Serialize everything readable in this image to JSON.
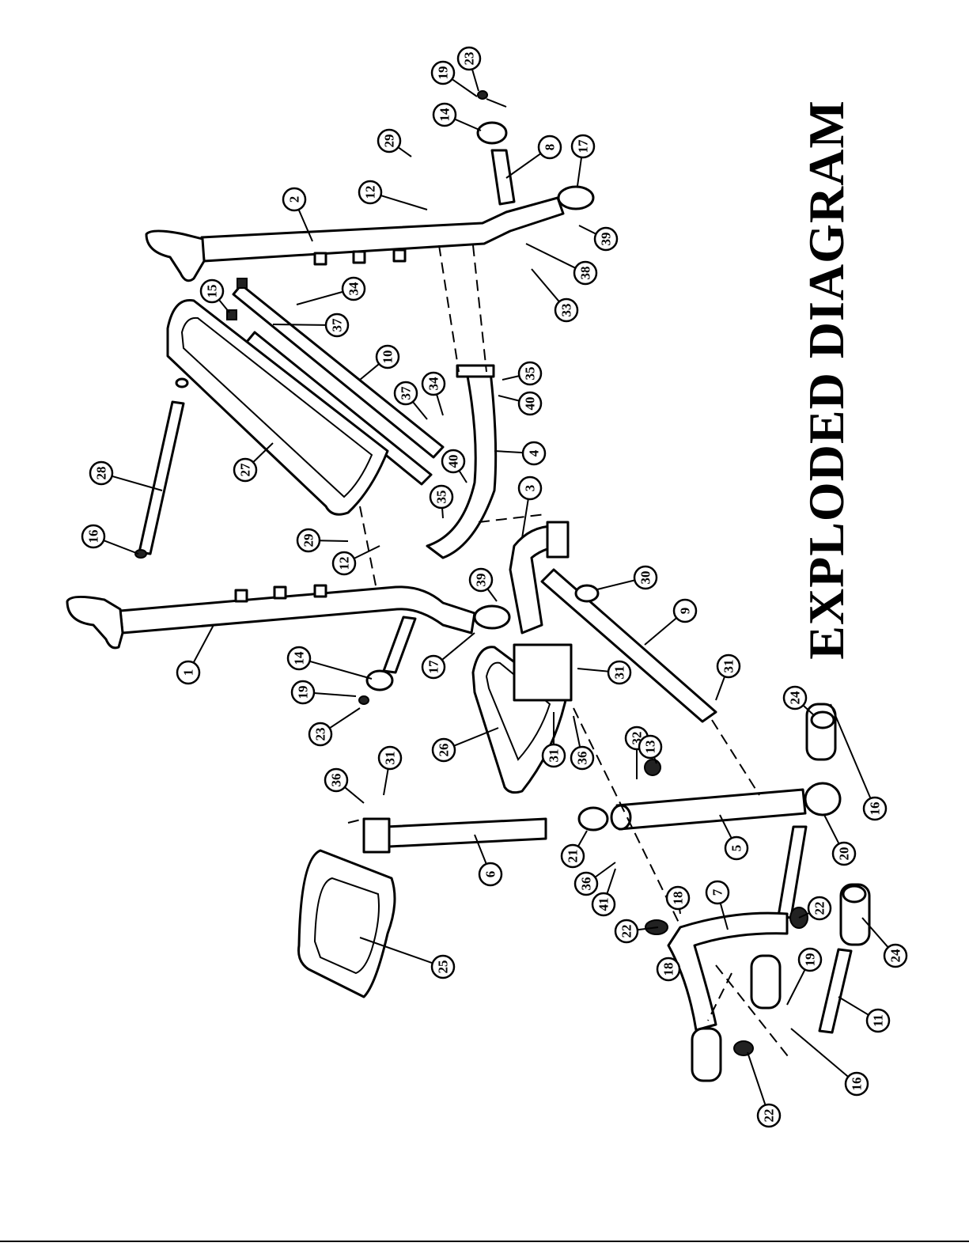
{
  "title": "EXPLODED DIAGRAM",
  "callouts": [
    {
      "id": "c23a",
      "label": "23"
    },
    {
      "id": "c19a",
      "label": "19"
    },
    {
      "id": "c14a",
      "label": "14"
    },
    {
      "id": "c29a",
      "label": "29"
    },
    {
      "id": "c8",
      "label": "8"
    },
    {
      "id": "c17a",
      "label": "17"
    },
    {
      "id": "c2",
      "label": "2"
    },
    {
      "id": "c12a",
      "label": "12"
    },
    {
      "id": "c39a",
      "label": "39"
    },
    {
      "id": "c38",
      "label": "38"
    },
    {
      "id": "c33",
      "label": "33"
    },
    {
      "id": "c15",
      "label": "15"
    },
    {
      "id": "c34a",
      "label": "34"
    },
    {
      "id": "c37a",
      "label": "37"
    },
    {
      "id": "c10",
      "label": "10"
    },
    {
      "id": "c35a",
      "label": "35"
    },
    {
      "id": "c40a",
      "label": "40"
    },
    {
      "id": "c37b",
      "label": "37"
    },
    {
      "id": "c34b",
      "label": "34"
    },
    {
      "id": "c28",
      "label": "28"
    },
    {
      "id": "c27",
      "label": "27"
    },
    {
      "id": "c4",
      "label": "4"
    },
    {
      "id": "c40b",
      "label": "40"
    },
    {
      "id": "c35b",
      "label": "35"
    },
    {
      "id": "c16a",
      "label": "16"
    },
    {
      "id": "c29b",
      "label": "29"
    },
    {
      "id": "c12b",
      "label": "12"
    },
    {
      "id": "c3",
      "label": "3"
    },
    {
      "id": "c30",
      "label": "30"
    },
    {
      "id": "c39b",
      "label": "39"
    },
    {
      "id": "c9",
      "label": "9"
    },
    {
      "id": "c1",
      "label": "1"
    },
    {
      "id": "c14b",
      "label": "14"
    },
    {
      "id": "c17b",
      "label": "17"
    },
    {
      "id": "c31a",
      "label": "31"
    },
    {
      "id": "c31b",
      "label": "31"
    },
    {
      "id": "c19b",
      "label": "19"
    },
    {
      "id": "c23b",
      "label": "23"
    },
    {
      "id": "c26",
      "label": "26"
    },
    {
      "id": "c31c",
      "label": "31"
    },
    {
      "id": "c36a",
      "label": "36"
    },
    {
      "id": "c24a",
      "label": "24"
    },
    {
      "id": "c32",
      "label": "32"
    },
    {
      "id": "c13",
      "label": "13"
    },
    {
      "id": "c36b",
      "label": "36"
    },
    {
      "id": "c31d",
      "label": "31"
    },
    {
      "id": "c16b",
      "label": "16"
    },
    {
      "id": "c21",
      "label": "21"
    },
    {
      "id": "c5",
      "label": "5"
    },
    {
      "id": "c20",
      "label": "20"
    },
    {
      "id": "c6",
      "label": "6"
    },
    {
      "id": "c36c",
      "label": "36"
    },
    {
      "id": "c41",
      "label": "41"
    },
    {
      "id": "c18a",
      "label": "18"
    },
    {
      "id": "c7",
      "label": "7"
    },
    {
      "id": "c22a",
      "label": "22"
    },
    {
      "id": "c22b",
      "label": "22"
    },
    {
      "id": "c18b",
      "label": "18"
    },
    {
      "id": "c24b",
      "label": "24"
    },
    {
      "id": "c25",
      "label": "25"
    },
    {
      "id": "c19c",
      "label": "19"
    },
    {
      "id": "c11",
      "label": "11"
    },
    {
      "id": "c16c",
      "label": "16"
    },
    {
      "id": "c22c",
      "label": "22"
    }
  ]
}
